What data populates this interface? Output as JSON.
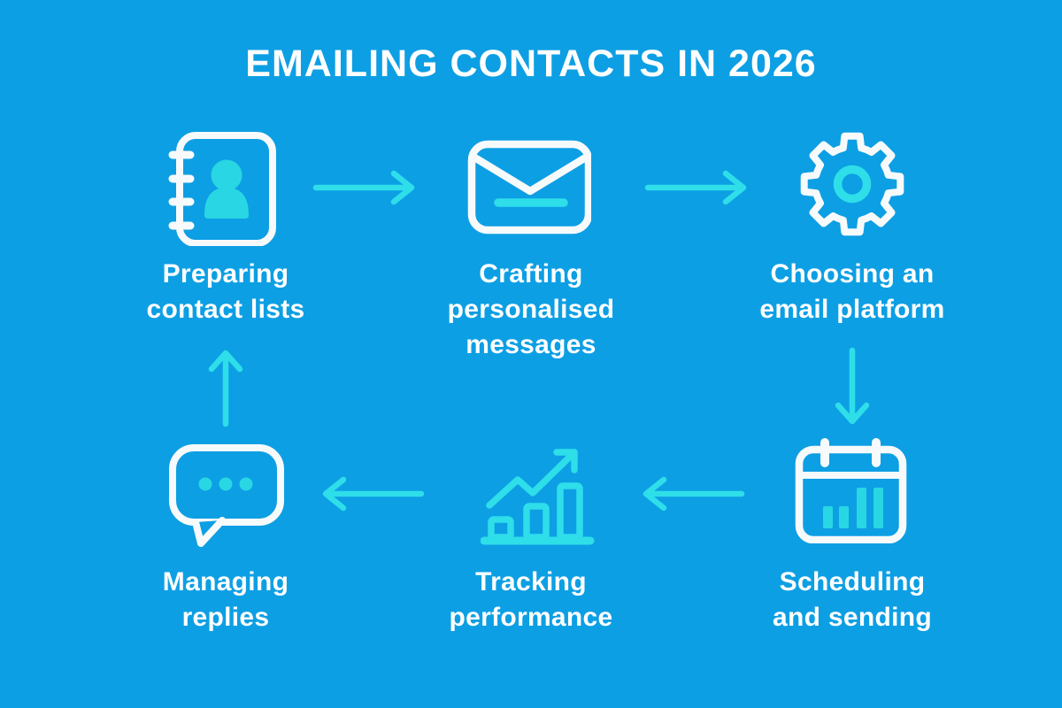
{
  "title": "EMAILING CONTACTS IN 2026",
  "colors": {
    "background": "#0d9fe4",
    "icon_white": "#f7fafb",
    "accent_cyan": "#2edee9",
    "accent_cyan_fill": "#28d7e3",
    "text": "#fdfefe"
  },
  "steps": [
    {
      "icon": "contact-book-icon",
      "label_lines": [
        "Preparing",
        "contact lists"
      ]
    },
    {
      "icon": "envelope-icon",
      "label_lines": [
        "Crafting",
        "personalised",
        "messages"
      ]
    },
    {
      "icon": "gear-icon",
      "label_lines": [
        "Choosing an",
        "email platform"
      ]
    },
    {
      "icon": "calendar-icon",
      "label_lines": [
        "Scheduling",
        "and sending"
      ]
    },
    {
      "icon": "bar-chart-icon",
      "label_lines": [
        "Tracking",
        "performance"
      ]
    },
    {
      "icon": "speech-bubble-icon",
      "label_lines": [
        "Managing",
        "replies"
      ]
    }
  ],
  "flow": [
    {
      "from": "Preparing contact lists",
      "to": "Crafting personalised messages",
      "direction": "right"
    },
    {
      "from": "Crafting personalised messages",
      "to": "Choosing an email platform",
      "direction": "right"
    },
    {
      "from": "Choosing an email platform",
      "to": "Scheduling and sending",
      "direction": "down"
    },
    {
      "from": "Scheduling and sending",
      "to": "Tracking performance",
      "direction": "left"
    },
    {
      "from": "Tracking performance",
      "to": "Managing replies",
      "direction": "left"
    },
    {
      "from": "Managing replies",
      "to": "Preparing contact lists",
      "direction": "up"
    }
  ]
}
